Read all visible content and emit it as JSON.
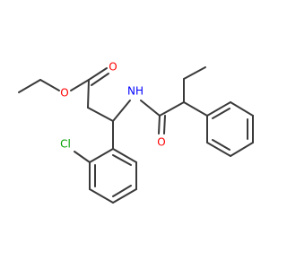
{
  "molecule": {
    "atoms": {
      "O_carbonyl_ester": "O",
      "O_ester": "O",
      "N_amide": "NH",
      "O_amide": "O",
      "Cl": "Cl"
    },
    "colors": {
      "bond": "#3a3a3a",
      "oxygen": "#ff0000",
      "nitrogen": "#0000ff",
      "chlorine": "#00a000"
    }
  }
}
